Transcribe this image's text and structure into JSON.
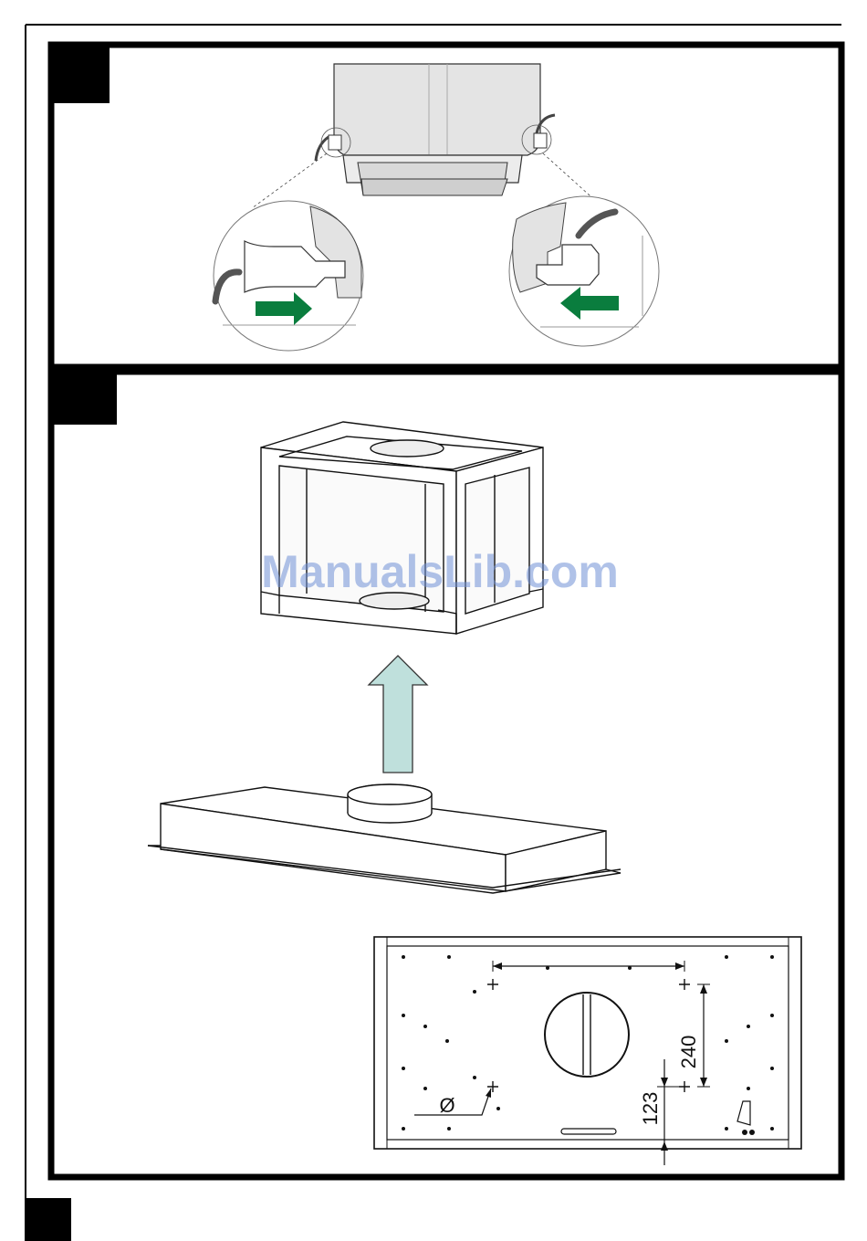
{
  "watermark": "ManualsLib.com",
  "panel_bottom": {
    "dimensions": {
      "spacing_vertical": "240",
      "offset_bottom": "123",
      "diameter_symbol": "Ø"
    }
  },
  "colors": {
    "green_arrow": "#0a7d3e",
    "up_arrow_fill": "#bfe0dc",
    "frame": "#111111",
    "hood_body": "#e6e6e6"
  }
}
